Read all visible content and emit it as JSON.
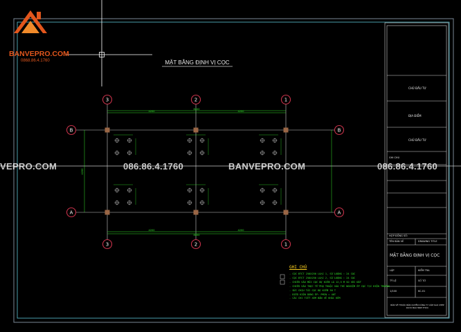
{
  "brand": {
    "name": "BANVEPRO.COM",
    "phone": "0868.86.4.1760"
  },
  "watermarks": {
    "left": "VEPRO.COM",
    "phone1": "086.86.4.1760",
    "center": "BANVEPRO.COM",
    "phone2": "086.86.4.1760"
  },
  "drawing": {
    "title": "MẶT BẰNG ĐỊNH VỊ CỌC",
    "grid_top": [
      "3",
      "2",
      "1"
    ],
    "grid_bottom": [
      "3",
      "2",
      "1"
    ],
    "grid_left": [
      "B",
      "A"
    ],
    "grid_right": [
      "B",
      "A"
    ],
    "dim_top": [
      "4200",
      "4200"
    ],
    "dim_bottom": [
      "4200",
      "4200"
    ],
    "dim_overall_top": "8400",
    "dim_overall_bottom": "8400",
    "dim_side": "4200"
  },
  "notes": {
    "title": "GHI CHÚ",
    "lines": [
      "- CỌC BTCT 250X250 LOẠI 1, SỐ LƯỢNG : 24 CỌC",
      "- CỌC BTCT 250X250 LOẠI 2, SỐ LƯỢNG : 24 CỌC",
      "- CHIỀU SÂU MŨI CỌC DỰ KIẾN LÀ 12,5 M SO VỚI ĐẤT",
      "- CHIỀU SÂU THỰC TẾ PHỤ THUỘC VÀO THÍ NGHIỆM ÉP CỌC TẠI HIỆN TRƯỜNG",
      "- SỨC CHỊU TẢI CỌC DỰ KIẾN 30 T",
      "- ĐIỀU KIỆN DỪNG ÉP: PMIN = 40T",
      "- CÁC CHI TIẾT XEM BẢN VẼ KHÁC KÈM"
    ]
  },
  "title_block": {
    "r1": "CHỦ ĐẦU TƯ",
    "r2": "ĐỊA ĐIỂM",
    "r3": "CHỦ ĐẦU TƯ",
    "r4": "GHI CHÚ",
    "hop_dong": "HỢP ĐỒNG SỐ:",
    "ten_ban_ve": "TÊN BẢN VẼ",
    "drawing_title": "DRAWING TITLE",
    "sheet_name": "MẶT BẰNG ĐỊNH VỊ CỌC",
    "lap": "LẬP",
    "kiem_tra": "KIỂM TRA",
    "ty_le": "TỶ LỆ",
    "so_to": "SỐ TỜ",
    "scale_val": "1/100",
    "sheet_val": "KC-01",
    "footer": "BẢN VẼ THUỘC BẢN QUYỀN CÔNG TY CẤM SAO CHÉP DƯỚI MỌI HÌNH THỨC"
  },
  "colors": {
    "background": "#000000",
    "frame": "#9aa6b4",
    "grid_line": "#cccccc",
    "dimension": "#35e82b",
    "bubble": "#c8324a",
    "column": "#9a6645",
    "note_title": "#ffd21f",
    "brand": "#e2561c"
  }
}
